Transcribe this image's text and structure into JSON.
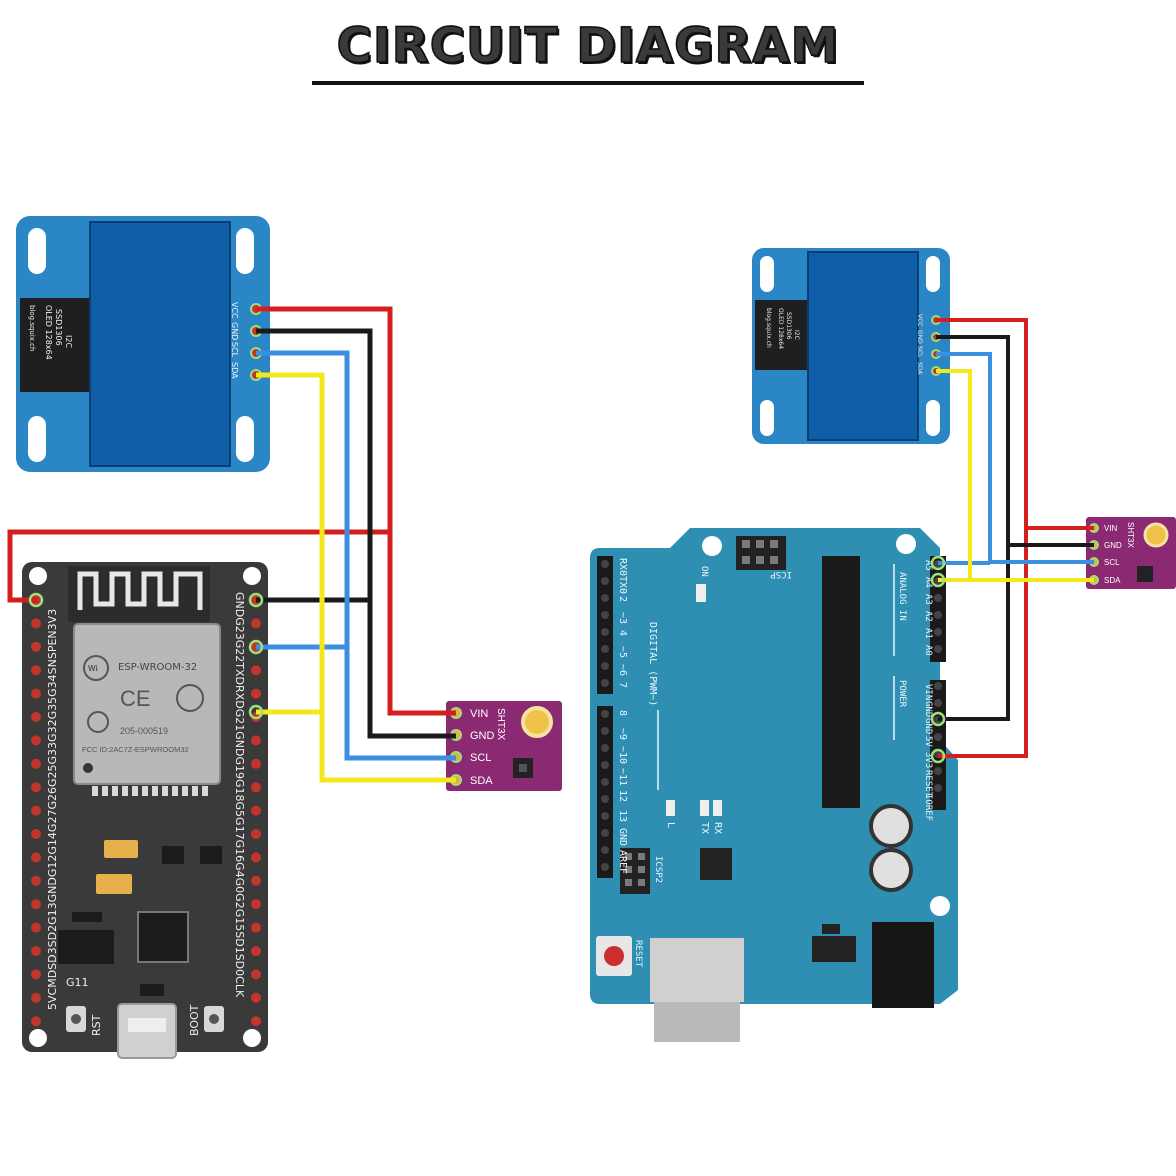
{
  "title": "CIRCUIT DIAGRAM",
  "colors": {
    "vcc_wire": "#d51f1f",
    "gnd_wire": "#1a1a1a",
    "scl_wire": "#3b8fe0",
    "sda_wire": "#f4e81c",
    "oled_board": "#2b86c6",
    "oled_screen": "#0e5fa8",
    "sensor_board": "#8b2a72",
    "esp32_board": "#3a3a3a",
    "uno_board": "#2f8fb3"
  },
  "oled_left": {
    "pins": [
      "VCC",
      "GND",
      "SCL",
      "SDA"
    ],
    "label_lines": [
      "OLED 128x64",
      "SSD1306",
      "I2C",
      "blog.squix.ch"
    ]
  },
  "oled_right": {
    "pins": [
      "VCC",
      "GND",
      "SCL",
      "SDA"
    ],
    "label_lines": [
      "OLED 128x64",
      "SSD1306",
      "I2C",
      "blog.squix.ch"
    ]
  },
  "sensor_left": {
    "name": "SHT3X",
    "pins": [
      "VIN",
      "GND",
      "SCL",
      "SDA"
    ]
  },
  "sensor_right": {
    "name": "SHT3X",
    "pins": [
      "VIN",
      "GND",
      "SCL",
      "SDA"
    ]
  },
  "esp32": {
    "module_name": "ESP-WROOM-32",
    "fcc": "FCC ID:2AC7Z-ESPWROOM32",
    "cert": "205-000519",
    "left_pins": [
      "3V3",
      "EN",
      "SP",
      "SN",
      "G34",
      "G35",
      "G32",
      "G33",
      "G25",
      "G26",
      "G27",
      "G14",
      "G12",
      "GND",
      "G13",
      "SD2",
      "SD3",
      "CMD",
      "5V"
    ],
    "right_pins": [
      "GND",
      "G23",
      "G22",
      "TXD",
      "RXD",
      "G21",
      "GND",
      "G19",
      "G18",
      "G5",
      "G17",
      "G16",
      "G4",
      "G0",
      "G2",
      "G15",
      "SD1",
      "SD0",
      "CLK"
    ],
    "rst_label": "RST",
    "boot_label": "BOOT",
    "g11_label": "G11"
  },
  "uno": {
    "digital_label": "DIGITAL (PWM~)",
    "digital_top": [
      "RX0",
      "TX0",
      "2",
      "~3",
      "4",
      "~5",
      "~6",
      "7"
    ],
    "digital_bottom": [
      "8",
      "~9",
      "~10",
      "~11",
      "12",
      "13",
      "GND",
      "AREF"
    ],
    "analog_label": "ANALOG IN",
    "analog_pins": [
      "A5",
      "A4",
      "A3",
      "A2",
      "A1",
      "A0"
    ],
    "power_label": "POWER",
    "power_pins": [
      "VIN",
      "GND",
      "GND",
      "5V",
      "3V3",
      "RESET",
      "IOREF"
    ],
    "on_label": "ON",
    "icsp_label": "ICSP",
    "icsp2_label": "ICSP2",
    "l_label": "L",
    "tx_label": "TX",
    "rx_label": "RX",
    "reset_label": "RESET"
  }
}
